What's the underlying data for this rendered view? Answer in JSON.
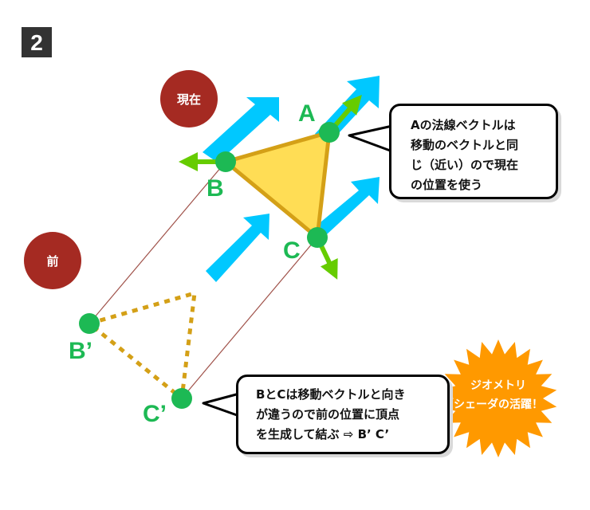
{
  "step_number": "2",
  "labels": {
    "current": "現在",
    "previous": "前",
    "point_a": "A",
    "point_b": "B",
    "point_c": "C",
    "point_b_prev": "B’",
    "point_c_prev": "C’"
  },
  "callout_a": {
    "lines": [
      "Aの法線ベクトルは",
      "移動のベクトルと同",
      "じ（近い）ので現在",
      "の位置を使う"
    ]
  },
  "callout_bc": {
    "lines": [
      "BとCは移動ベクトルと向き",
      "が違うので前の位置に頂点",
      "を生成して結ぶ ⇨ B’ C’"
    ]
  },
  "starburst": {
    "lines": [
      "ジオメトリ",
      "シェーダの活躍！"
    ]
  },
  "colors": {
    "badge_bg": "#333333",
    "circle_red": "#a52a22",
    "vertex_green": "#1db954",
    "normal_green": "#66cc00",
    "motion_cyan": "#00c8ff",
    "triangle_fill": "#ffdd55",
    "triangle_edge": "#d4a017",
    "dotted_edge": "#d4a017",
    "starburst": "#ff9900"
  }
}
